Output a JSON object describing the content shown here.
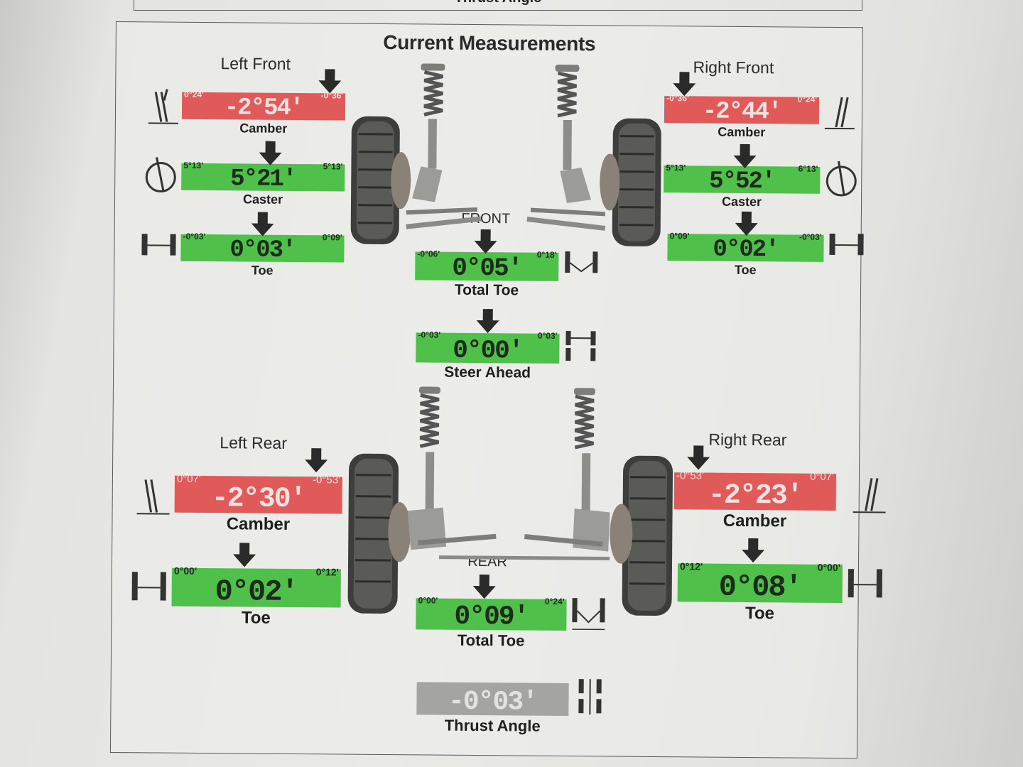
{
  "previous_section": {
    "title": "Thrust Angle"
  },
  "page_title": "Current Measurements",
  "labels": {
    "left_front": "Left Front",
    "right_front": "Right Front",
    "left_rear": "Left Rear",
    "right_rear": "Right Rear",
    "front": "FRONT",
    "rear": "REAR"
  },
  "gauges": {
    "lf_camber": {
      "min": "0°24'",
      "max": "-0°36'",
      "value": "-2°54'",
      "caption": "Camber",
      "status": "red"
    },
    "lf_caster": {
      "min": "5°13'",
      "max": "5°13'",
      "value": "5°21'",
      "caption": "Caster",
      "status": "green"
    },
    "lf_toe": {
      "min": "-0°03'",
      "max": "0°09'",
      "value": "0°03'",
      "caption": "Toe",
      "status": "green"
    },
    "rf_camber": {
      "min": "-0°36'",
      "max": "0°24'",
      "value": "-2°44'",
      "caption": "Camber",
      "status": "red"
    },
    "rf_caster": {
      "min": "5°13'",
      "max": "6°13'",
      "value": "5°52'",
      "caption": "Caster",
      "status": "green"
    },
    "rf_toe": {
      "min": "0°09'",
      "max": "-0°03'",
      "value": "0°02'",
      "caption": "Toe",
      "status": "green"
    },
    "front_total_toe": {
      "min": "-0°06'",
      "max": "0°18'",
      "value": "0°05'",
      "caption": "Total Toe",
      "status": "green"
    },
    "steer_ahead": {
      "min": "-0°03'",
      "max": "0°03'",
      "value": "0°00'",
      "caption": "Steer Ahead",
      "status": "green"
    },
    "lr_camber": {
      "min": "0°07'",
      "max": "-0°53'",
      "value": "-2°30'",
      "caption": "Camber",
      "status": "red"
    },
    "lr_toe": {
      "min": "0°00'",
      "max": "0°12'",
      "value": "0°02'",
      "caption": "Toe",
      "status": "green"
    },
    "rr_camber": {
      "min": "-0°53'",
      "max": "0°07'",
      "value": "-2°23'",
      "caption": "Camber",
      "status": "red"
    },
    "rr_toe": {
      "min": "0°12'",
      "max": "0°00'",
      "value": "0°08'",
      "caption": "Toe",
      "status": "green"
    },
    "rear_total_toe": {
      "min": "0°00'",
      "max": "0°24'",
      "value": "0°09'",
      "caption": "Total Toe",
      "status": "green"
    },
    "thrust_angle": {
      "min": "",
      "max": "",
      "value": "-0°03'",
      "caption": "Thrust Angle",
      "status": "gray"
    }
  },
  "colors": {
    "out_of_spec": "#df5a58",
    "in_spec": "#4fc14b",
    "neutral": "#a4a4a2"
  }
}
